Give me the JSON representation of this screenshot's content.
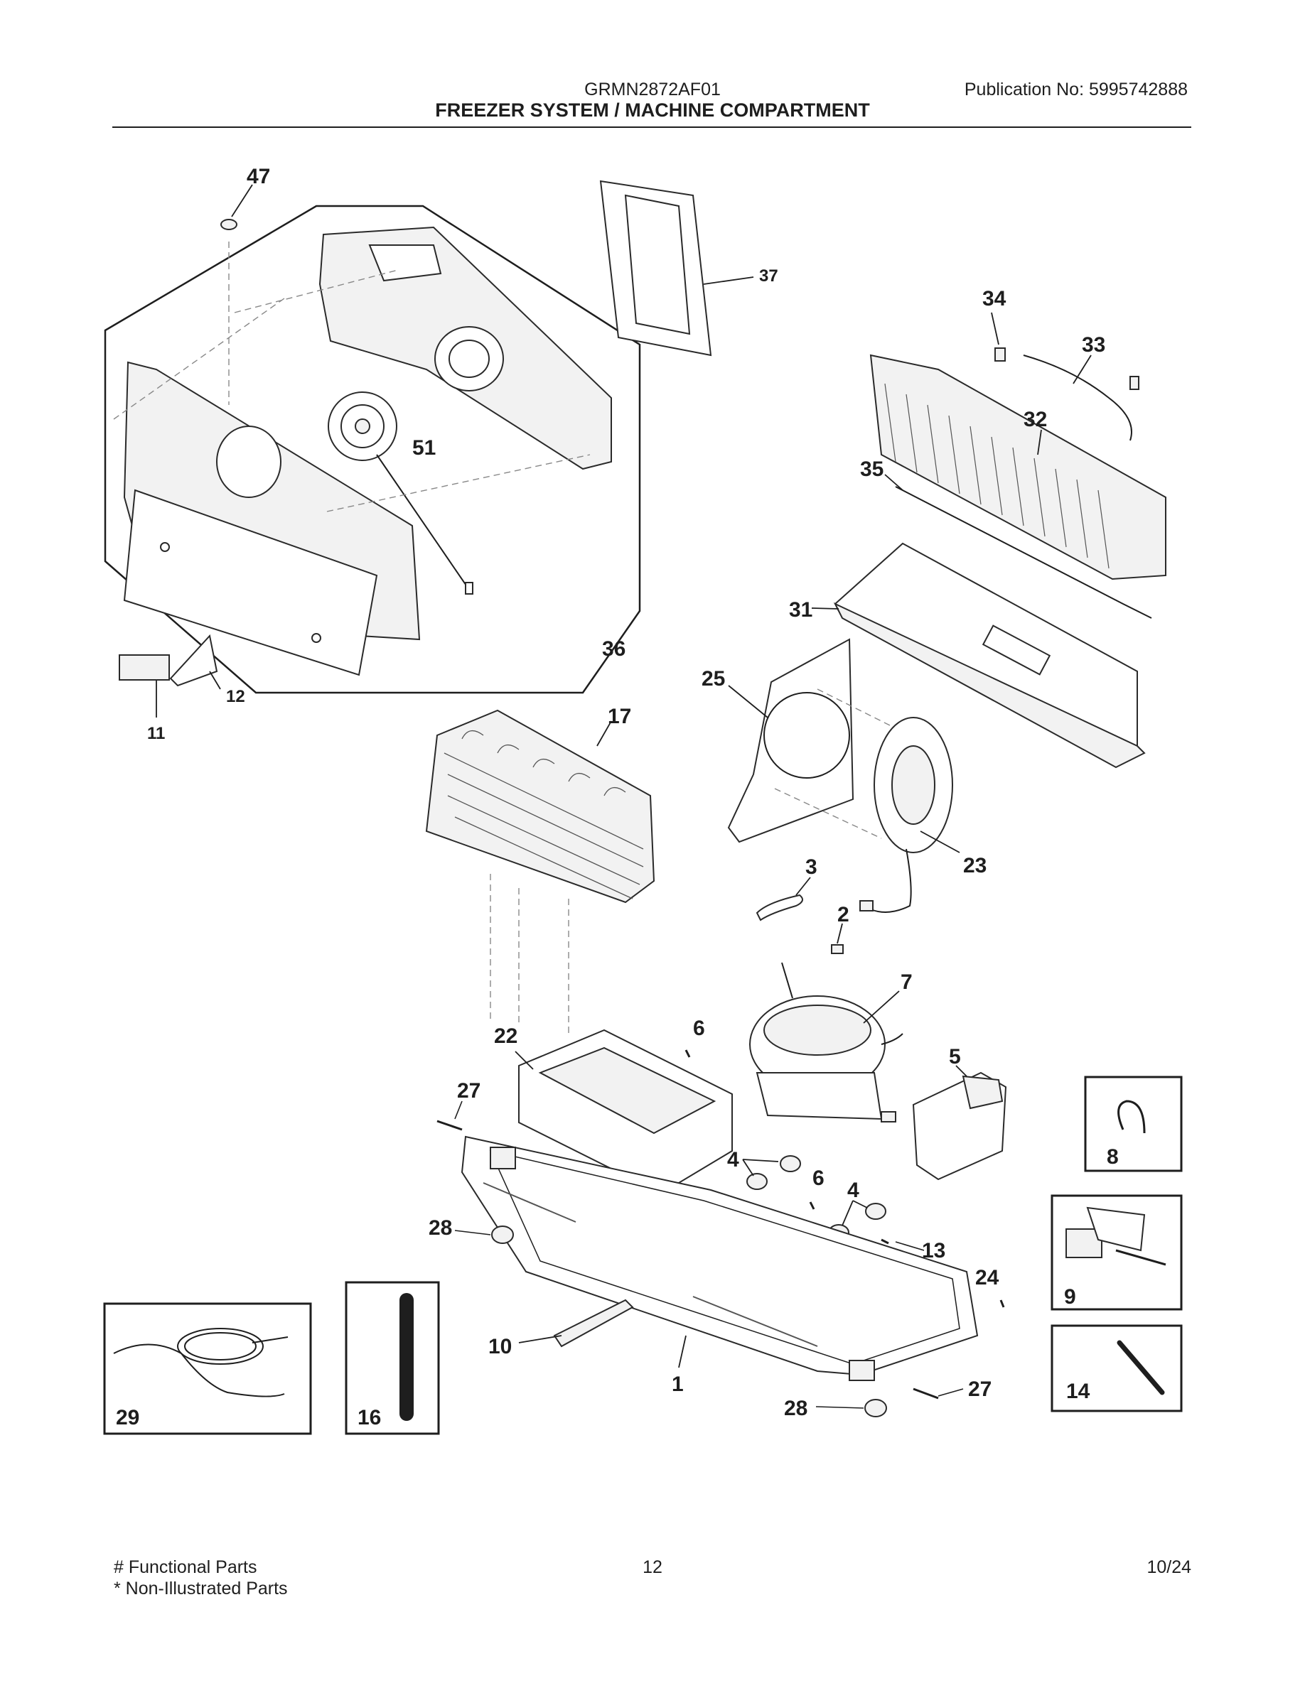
{
  "header": {
    "model": "GRMN2872AF01",
    "publication": "Publication No:  5995742888",
    "title": "FREEZER SYSTEM / MACHINE COMPARTMENT"
  },
  "footer": {
    "note_functional": "# Functional Parts",
    "note_non_illustrated": "* Non-Illustrated Parts",
    "page_number": "12",
    "date": "10/24"
  },
  "callouts": {
    "c47": "47",
    "c37": "37",
    "c34": "34",
    "c33": "33",
    "c32": "32",
    "c35": "35",
    "c51": "51",
    "c31": "31",
    "c36": "36",
    "c25": "25",
    "c12": "12",
    "c11": "11",
    "c17": "17",
    "c23": "23",
    "c3": "3",
    "c2": "2",
    "c7": "7",
    "c22": "22",
    "c6a": "6",
    "c5": "5",
    "c27a": "27",
    "c8": "8",
    "c4a": "4",
    "c6b": "6",
    "c4b": "4",
    "c28a": "28",
    "c13": "13",
    "c24": "24",
    "c9": "9",
    "c10": "10",
    "c1": "1",
    "c14": "14",
    "c27b": "27",
    "c28b": "28",
    "c29": "29",
    "c16": "16"
  }
}
